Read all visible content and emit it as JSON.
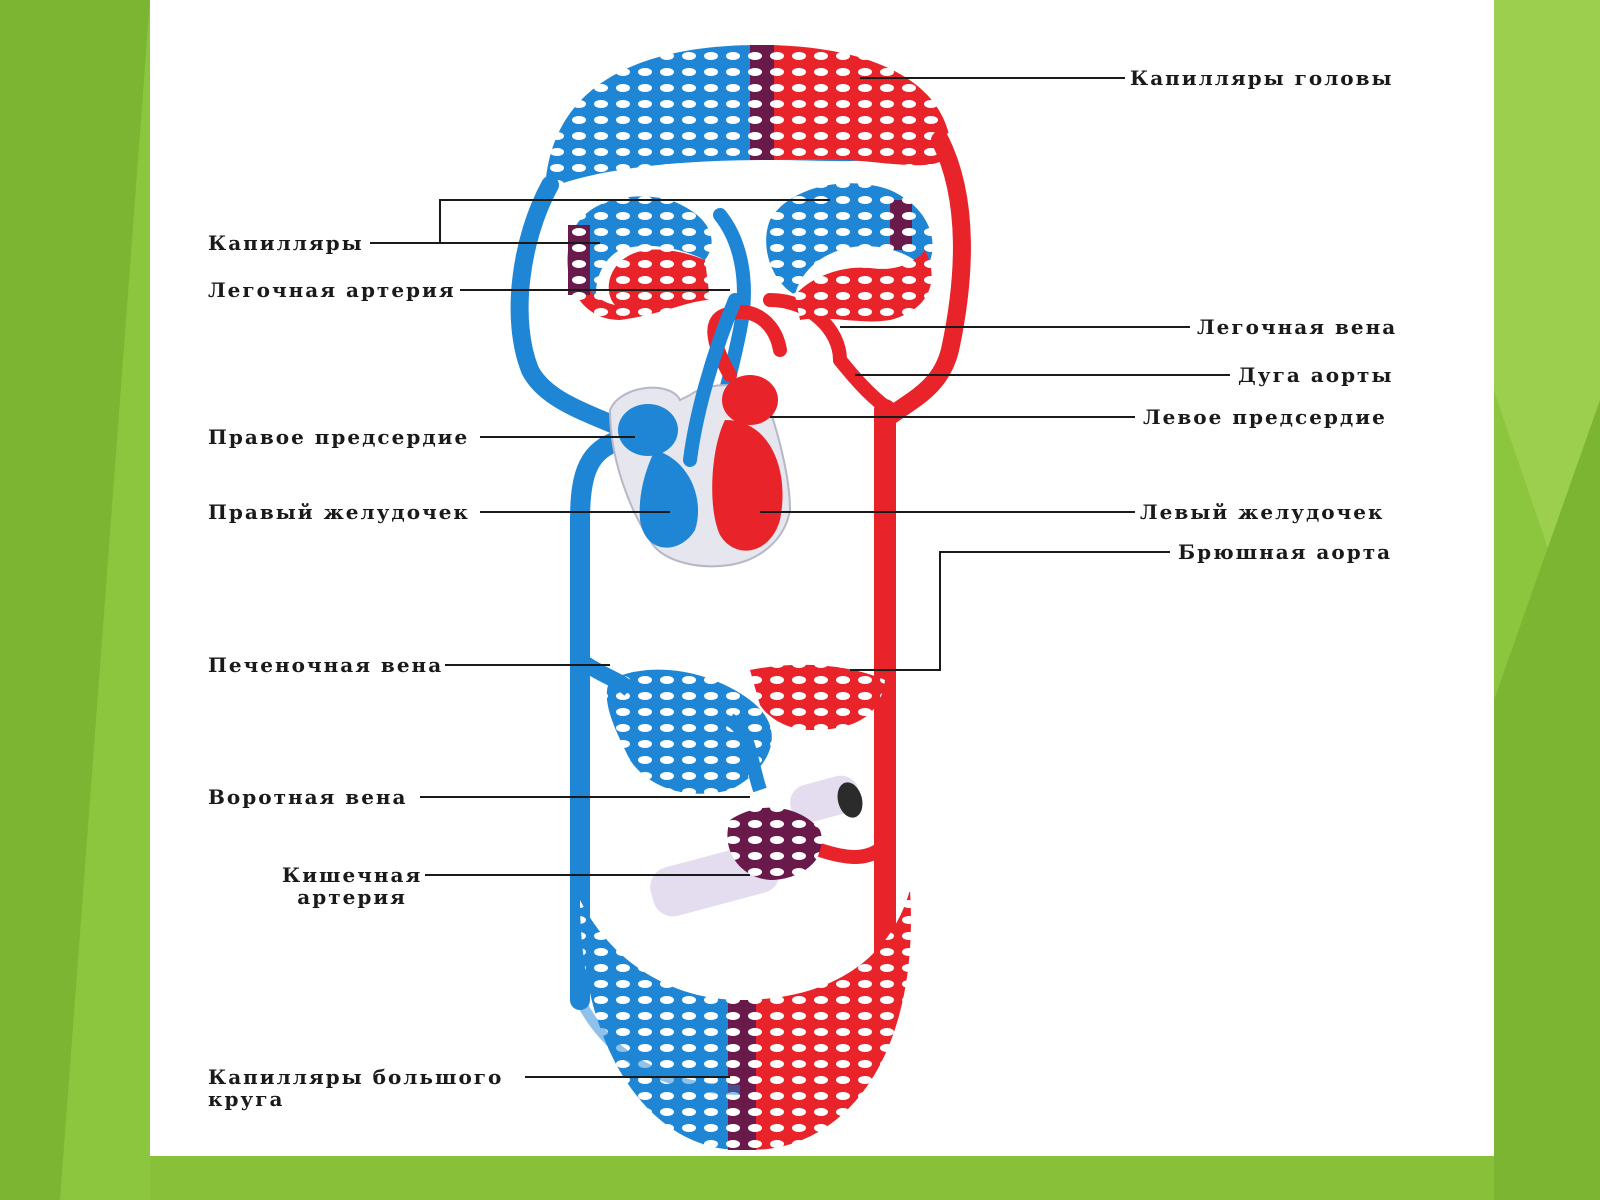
{
  "colors": {
    "arterial": "#e8232a",
    "venous": "#1f86d6",
    "mixed": "#6a1a4a",
    "background_green": "#88c03a",
    "slide": "#ffffff"
  },
  "labels": {
    "head_capillaries": "Капилляры головы",
    "lung_capillaries": "Капилляры",
    "pulmonary_artery": "Легочная артерия",
    "pulmonary_vein": "Легочная вена",
    "aortic_arch": "Дуга аорты",
    "left_atrium": "Левое предсердие",
    "right_atrium": "Правое предсердие",
    "right_ventricle": "Правый желудочек",
    "left_ventricle": "Левый желудочек",
    "abdominal_aorta": "Брюшная аорта",
    "hepatic_vein": "Печеночная вена",
    "portal_vein": "Воротная вена",
    "intestinal_artery": "Кишечная\nартерия",
    "systemic_capillaries": "Капилляры большого\nкруга"
  }
}
